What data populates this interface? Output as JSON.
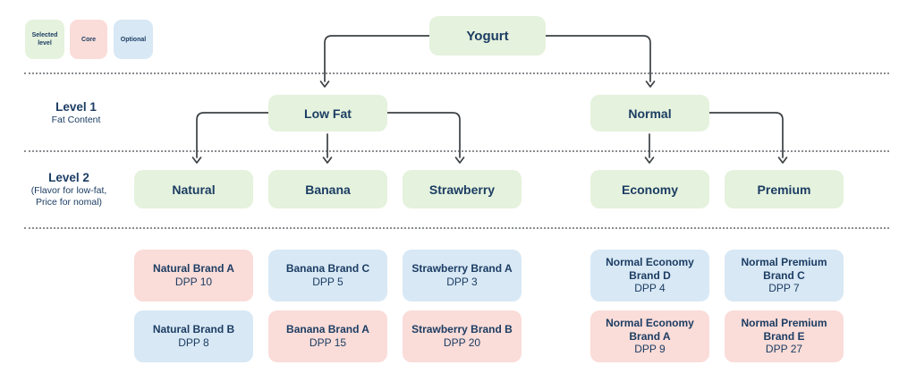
{
  "colors": {
    "selected_level_green": "#E5F2DD",
    "core_pink": "#FADCD8",
    "optional_blue": "#D8E8F5",
    "text_navy": "#1C3D63",
    "connector_gray": "#3C4043"
  },
  "legend": {
    "items": [
      {
        "label": "Selected level",
        "type": "selected-level"
      },
      {
        "label": "Core",
        "type": "core"
      },
      {
        "label": "Optional",
        "type": "optional"
      }
    ]
  },
  "tree": {
    "root": {
      "label": "Yogurt"
    },
    "level1": {
      "title": "Level 1",
      "subtitle": "Fat Content",
      "nodes": [
        {
          "label": "Low Fat"
        },
        {
          "label": "Normal"
        }
      ]
    },
    "level2": {
      "title": "Level 2",
      "subtitle_line1": "(Flavor for low-fat,",
      "subtitle_line2": "Price for nomal)",
      "nodes": [
        {
          "label": "Natural"
        },
        {
          "label": "Banana"
        },
        {
          "label": "Strawberry"
        },
        {
          "label": "Economy"
        },
        {
          "label": "Premium"
        }
      ]
    }
  },
  "brands": {
    "columns": [
      {
        "cards": [
          {
            "title": "Natural Brand A",
            "dpp": "DPP 10",
            "type": "core"
          },
          {
            "title": "Natural Brand B",
            "dpp": "DPP 8",
            "type": "optional"
          }
        ]
      },
      {
        "cards": [
          {
            "title": "Banana Brand C",
            "dpp": "DPP 5",
            "type": "optional"
          },
          {
            "title": "Banana Brand A",
            "dpp": "DPP 15",
            "type": "core"
          }
        ]
      },
      {
        "cards": [
          {
            "title": "Strawberry Brand A",
            "dpp": "DPP 3",
            "type": "optional"
          },
          {
            "title": "Strawberry Brand B",
            "dpp": "DPP 20",
            "type": "core"
          }
        ]
      },
      {
        "cards": [
          {
            "title": "Normal Economy Brand D",
            "dpp": "DPP 4",
            "type": "optional"
          },
          {
            "title": "Normal Economy Brand A",
            "dpp": "DPP 9",
            "type": "core"
          }
        ]
      },
      {
        "cards": [
          {
            "title": "Normal Premium Brand C",
            "dpp": "DPP 7",
            "type": "optional"
          },
          {
            "title": "Normal Premium Brand E",
            "dpp": "DPP 27",
            "type": "core"
          }
        ]
      }
    ]
  }
}
